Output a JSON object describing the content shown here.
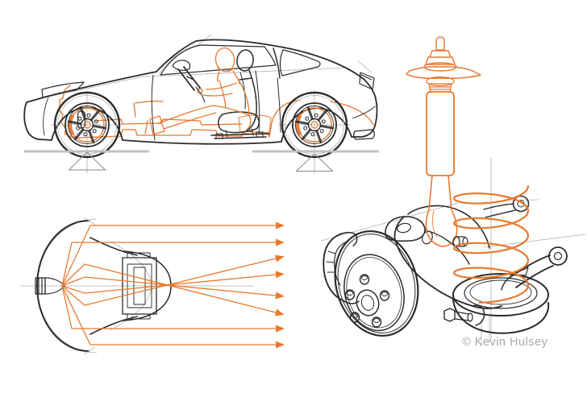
{
  "credit": {
    "text": "© Kevin Hulsey"
  },
  "colors": {
    "orange": "#e8792f",
    "ink": "#2b2b2b",
    "construction": "#b3b3b3",
    "ground": "#c0c0c0",
    "credit": "#a8a8a8",
    "bg": "#ffffff"
  },
  "figures": {
    "car": {
      "label": "sports-car-side-view-cutaway"
    },
    "headlight": {
      "label": "headlight-beam-projection-diagram",
      "ray_count": 8
    },
    "suspension": {
      "label": "rear-suspension-strut-and-brake-assembly"
    }
  }
}
